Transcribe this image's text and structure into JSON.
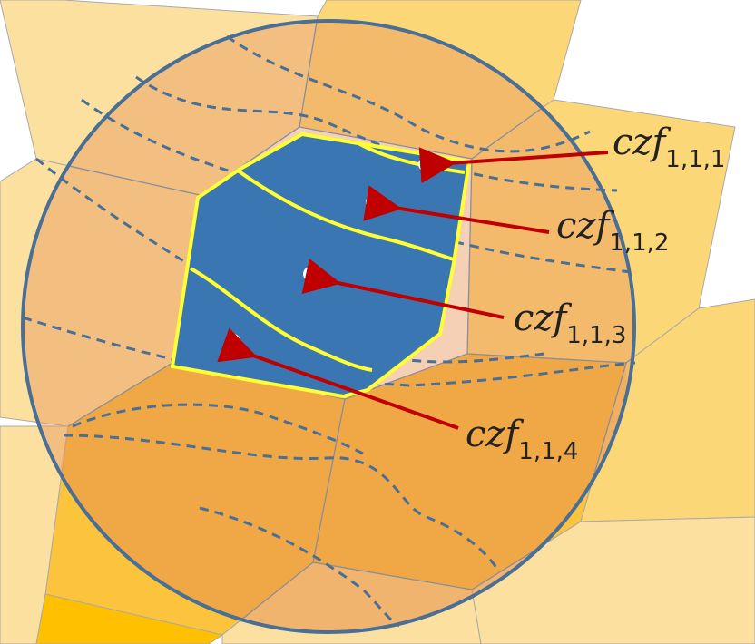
{
  "colors": {
    "hex_pale": "#fce0a0",
    "hex_light": "#fcd778",
    "hex_gold": "#fcc43c",
    "hex_deep": "#ffc000",
    "circle_fill": "#f0a766",
    "circle_stroke": "#4a6f96",
    "zone_fill": "#3a77b2",
    "zone_stroke": "#ffff33",
    "dashed_line": "#4a6f96",
    "arrow": "#c00000",
    "dot": "#ffffff"
  },
  "labels": [
    {
      "base": "czf",
      "sub": "1,1,1"
    },
    {
      "base": "czf",
      "sub": "1,1,2"
    },
    {
      "base": "czf",
      "sub": "1,1,3"
    },
    {
      "base": "czf",
      "sub": "1,1,4"
    }
  ]
}
